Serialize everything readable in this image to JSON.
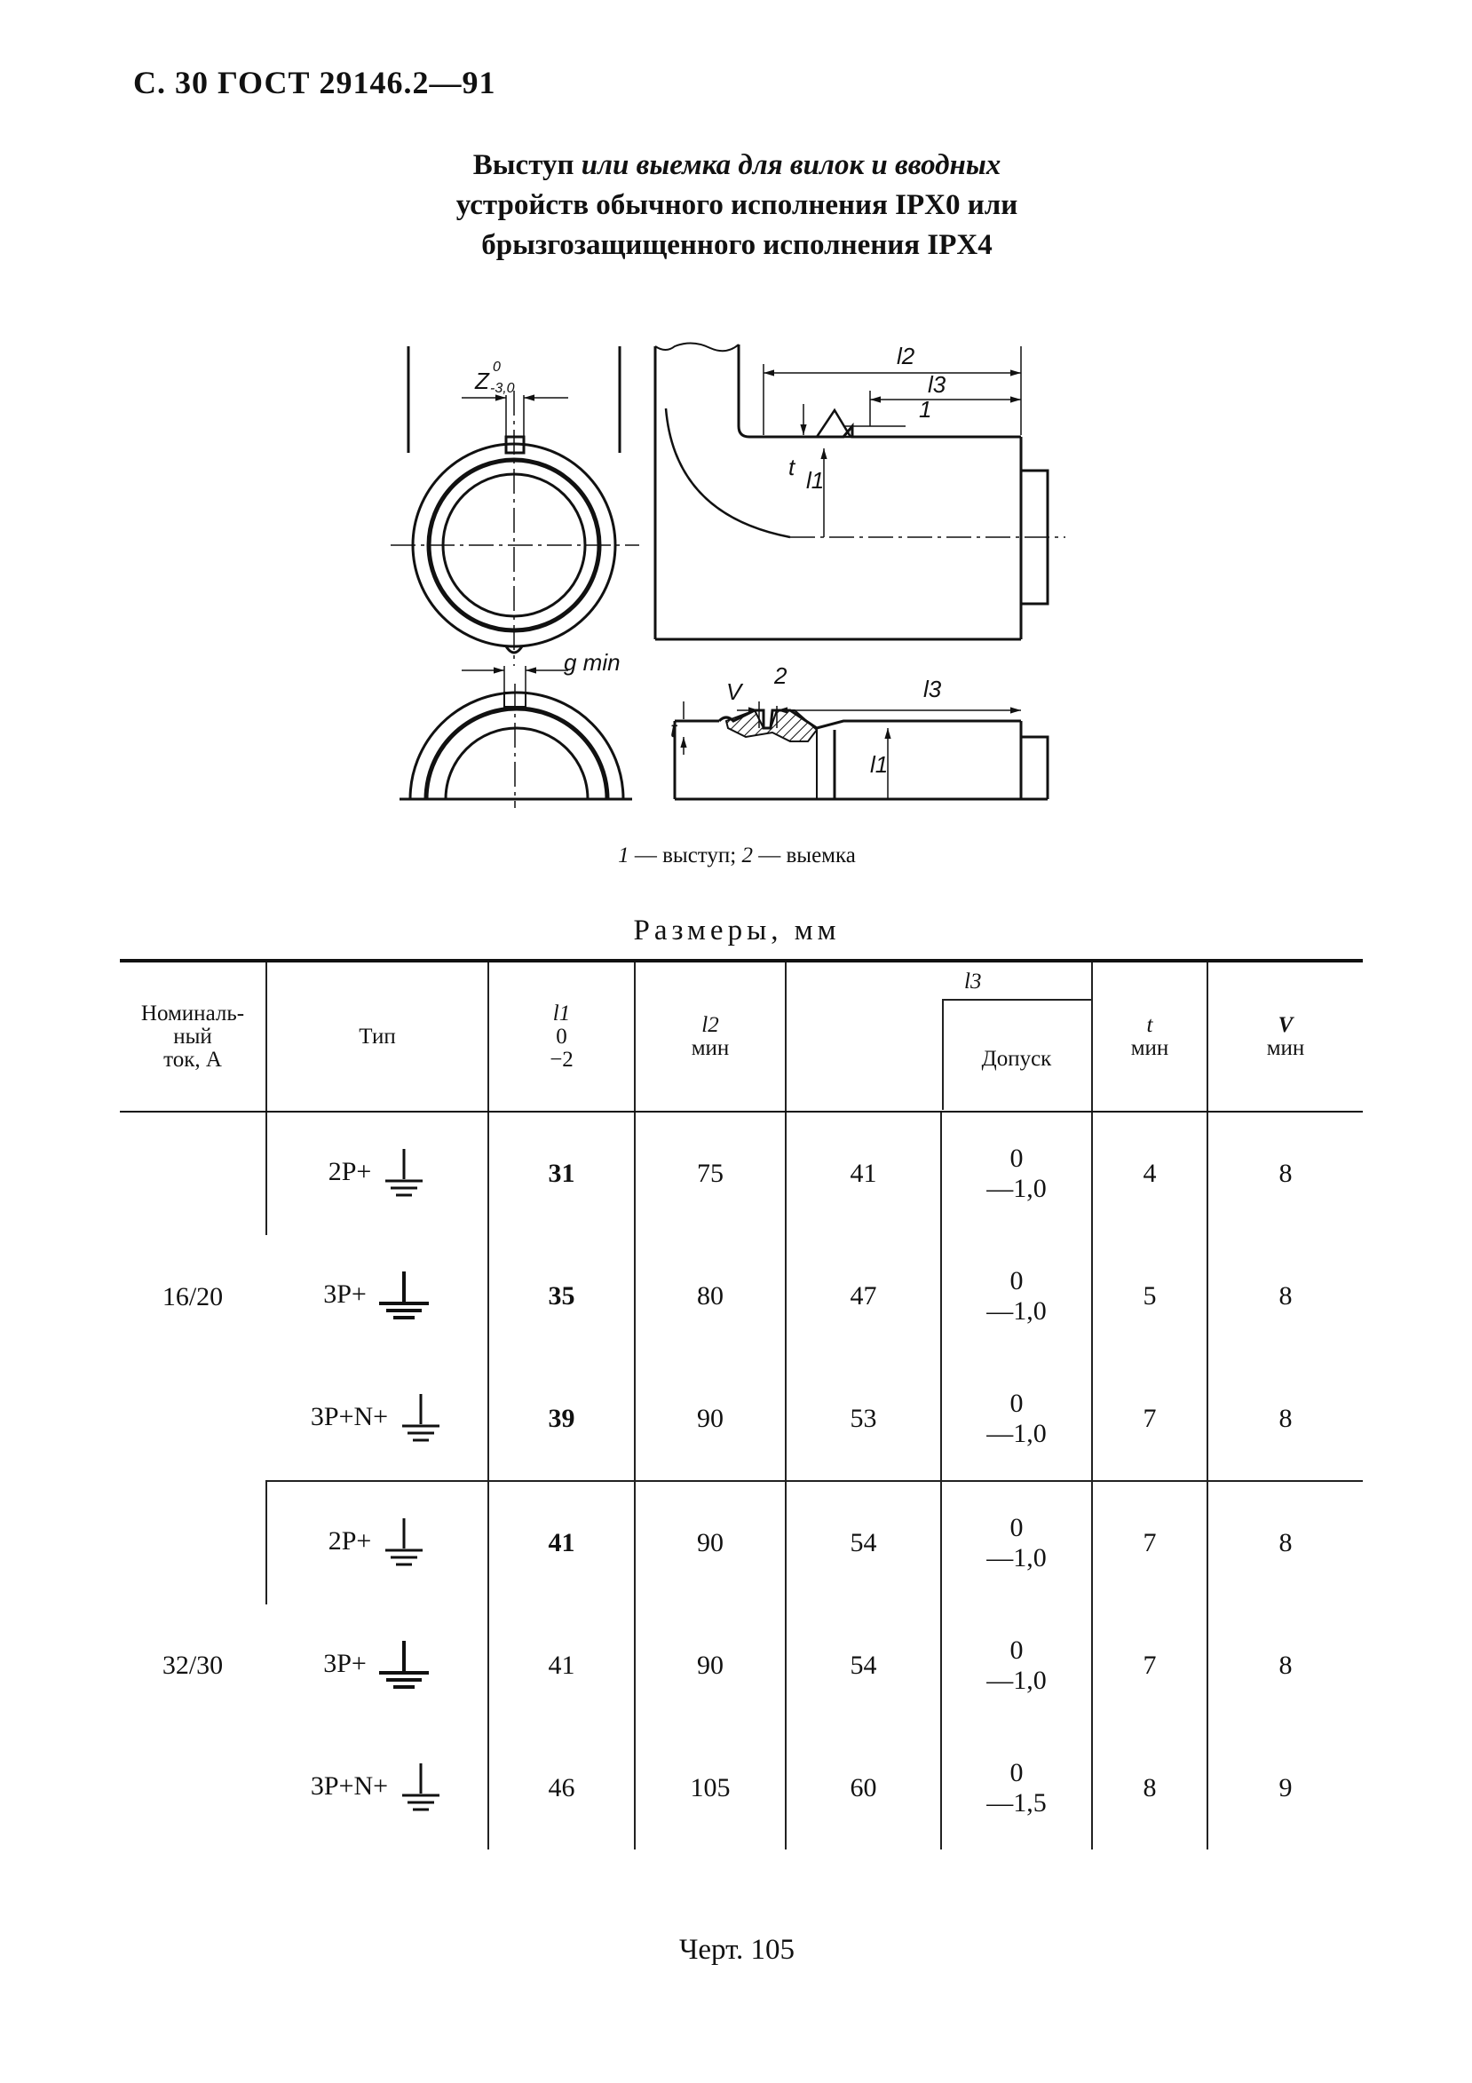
{
  "header": "С. 30 ГОСТ 29146.2—91",
  "title": {
    "line1_plain": "Выступ",
    "line1_italic": " или выемка для вилок и вводных",
    "line2": "устройств обычного исполнения IPX0 или",
    "line3": "брызгозащищенного исполнения IPX4"
  },
  "drawing": {
    "labels": {
      "z": "Z",
      "z_tol_upper": "0",
      "z_tol_lower": "-3,0",
      "l2": "l2",
      "l3_top": "l3",
      "callout1": "1",
      "t_top": "t",
      "l1_top": "l1",
      "g_min": "g min",
      "v": "V",
      "callout2": "2",
      "l3_bottom": "l3",
      "t_bottom": "t",
      "l1_bottom": "l1"
    }
  },
  "caption": {
    "n1": "1",
    "t1": " — выступ; ",
    "n2": "2",
    "t2": " — выемка"
  },
  "dims_title": "Размеры, мм",
  "table": {
    "headers": {
      "current": [
        "Номиналь-",
        "ный",
        "ток, А"
      ],
      "type": "Тип",
      "l1": "l1",
      "l1_tol_upper": "0",
      "l1_tol_lower": "−2",
      "l2": "l2",
      "l2_sub": "мин",
      "l3": "l3",
      "l3_tol": "Допуск",
      "t": "t",
      "t_sub": "мин",
      "v": "V",
      "v_sub": "мин"
    },
    "groups": [
      {
        "current": "16/20",
        "rows": [
          {
            "type": "2P+",
            "l1": "31",
            "l2": "75",
            "l3": "41",
            "tol_upper": "0",
            "tol_lower": "—1,0",
            "t": "4",
            "v": "8"
          },
          {
            "type": "3P+",
            "l1": "35",
            "l2": "80",
            "l3": "47",
            "tol_upper": "0",
            "tol_lower": "—1,0",
            "t": "5",
            "v": "8"
          },
          {
            "type": "3P+N+",
            "l1": "39",
            "l2": "90",
            "l3": "53",
            "tol_upper": "0",
            "tol_lower": "—1,0",
            "t": "7",
            "v": "8"
          }
        ]
      },
      {
        "current": "32/30",
        "rows": [
          {
            "type": "2P+",
            "l1": "41",
            "l2": "90",
            "l3": "54",
            "tol_upper": "0",
            "tol_lower": "—1,0",
            "t": "7",
            "v": "8"
          },
          {
            "type": "3P+",
            "l1": "41",
            "l2": "90",
            "l3": "54",
            "tol_upper": "0",
            "tol_lower": "—1,0",
            "t": "7",
            "v": "8"
          },
          {
            "type": "3P+N+",
            "l1": "46",
            "l2": "105",
            "l3": "60",
            "tol_upper": "0",
            "tol_lower": "—1,5",
            "t": "8",
            "v": "9"
          }
        ]
      }
    ]
  },
  "footer": "Черт. 105"
}
